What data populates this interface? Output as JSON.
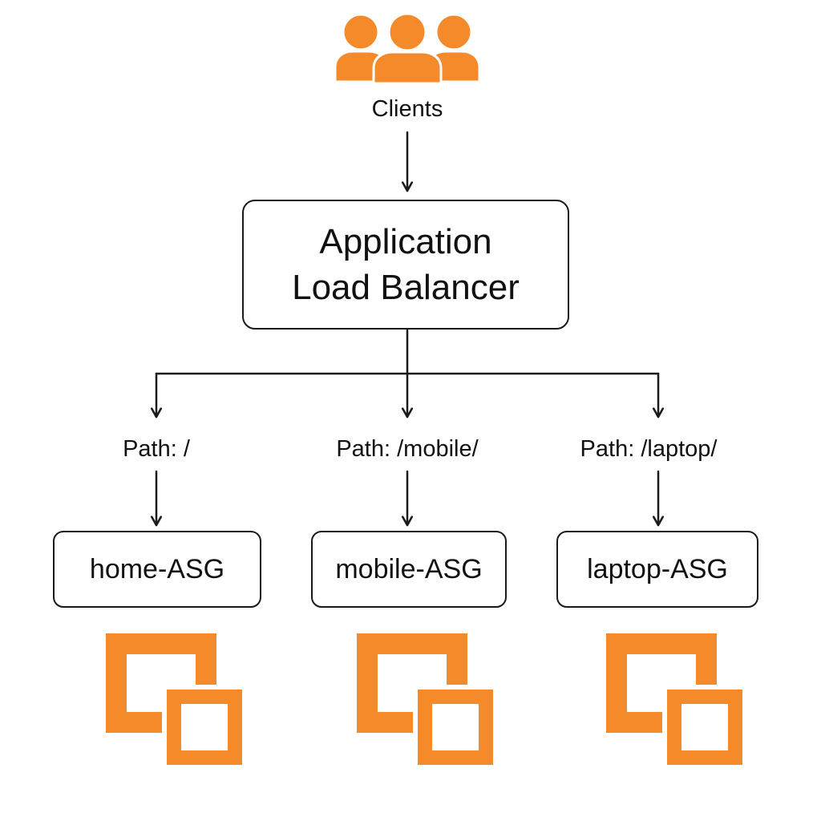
{
  "diagram": {
    "clients": {
      "label": "Clients",
      "icon": "users-group-icon"
    },
    "load_balancer": {
      "line1": "Application",
      "line2": "Load Balancer"
    },
    "routes": [
      {
        "path_label": "Path: /",
        "target_label": "home-ASG",
        "icon": "ec2-instances-icon"
      },
      {
        "path_label": "Path: /mobile/",
        "target_label": "mobile-ASG",
        "icon": "ec2-instances-icon"
      },
      {
        "path_label": "Path: /laptop/",
        "target_label": "laptop-ASG",
        "icon": "ec2-instances-icon"
      }
    ],
    "colors": {
      "icon_orange": "#F58A2A",
      "line": "#1a1a1a",
      "text": "#111111"
    }
  }
}
